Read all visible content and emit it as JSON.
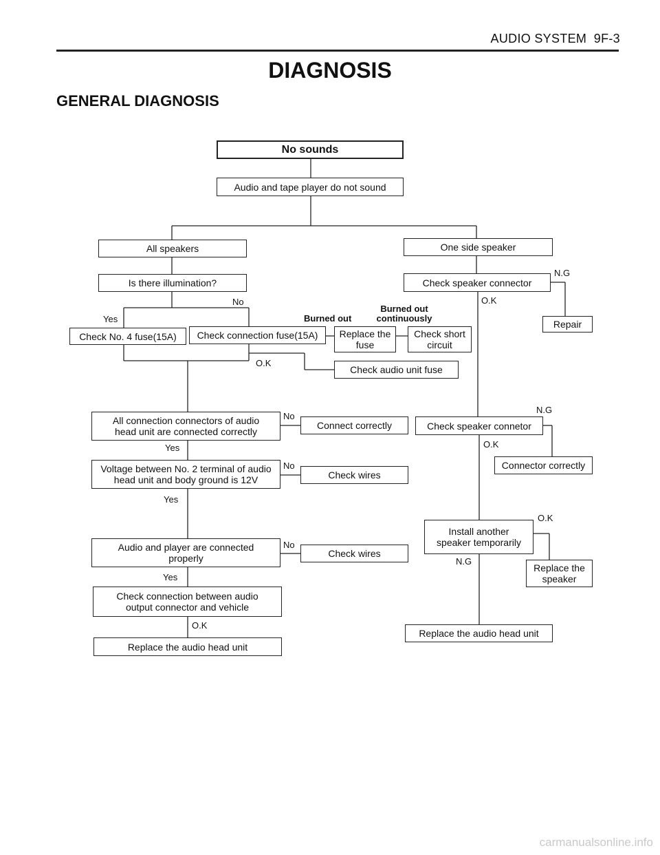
{
  "header": {
    "section": "AUDIO SYSTEM",
    "page": "9F-3"
  },
  "title": "DIAGNOSIS",
  "subtitle": "GENERAL DIAGNOSIS",
  "boxes": {
    "no_sounds": "No sounds",
    "audio_no_sound": "Audio and tape player do not sound",
    "all_speakers": "All speakers",
    "one_side": "One side speaker",
    "illumination": "Is there illumination?",
    "check_spk_conn": "Check speaker connector",
    "repair": "Repair",
    "check_fuse4": "Check No. 4 fuse(15A)",
    "check_conn_fuse": "Check connection fuse(15A)",
    "replace_fuse": "Replace the\nfuse",
    "check_short": "Check short\ncircuit",
    "check_audio_fuse": "Check audio unit fuse",
    "all_conn": "All connection connectors of audio\nhead unit are connected correctly",
    "connect_correctly": "Connect correctly",
    "check_spk_connetor": "Check speaker connetor",
    "voltage": "Voltage between No. 2 terminal of audio\nhead unit and body ground is 12V",
    "check_wires_1": "Check wires",
    "connector_correctly": "Connector correctly",
    "install_another": "Install another\nspeaker temporarily",
    "audio_player": "Audio and player are connected\nproperly",
    "check_wires_2": "Check wires",
    "replace_speaker": "Replace the\nspeaker",
    "check_conn_between": "Check connection between audio\noutput connector and vehicle",
    "replace_head_left": "Replace the audio head unit",
    "replace_head_right": "Replace the audio head unit"
  },
  "labels": {
    "ng_1": "N.G",
    "ok_1": "O.K",
    "no_illum": "No",
    "yes_illum": "Yes",
    "burned_out": "Burned out",
    "burned_cont": "Burned out\ncontinuously",
    "ok_fuse": "O.K",
    "ng_2": "N.G",
    "no_1": "No",
    "ok_2": "O.K",
    "yes_1": "Yes",
    "no_2": "No",
    "yes_2": "Yes",
    "ok_3": "O.K",
    "no_3": "No",
    "ng_3": "N.G",
    "yes_3": "Yes",
    "ok_4": "O.K"
  },
  "footer": "carmanualsonline.info"
}
